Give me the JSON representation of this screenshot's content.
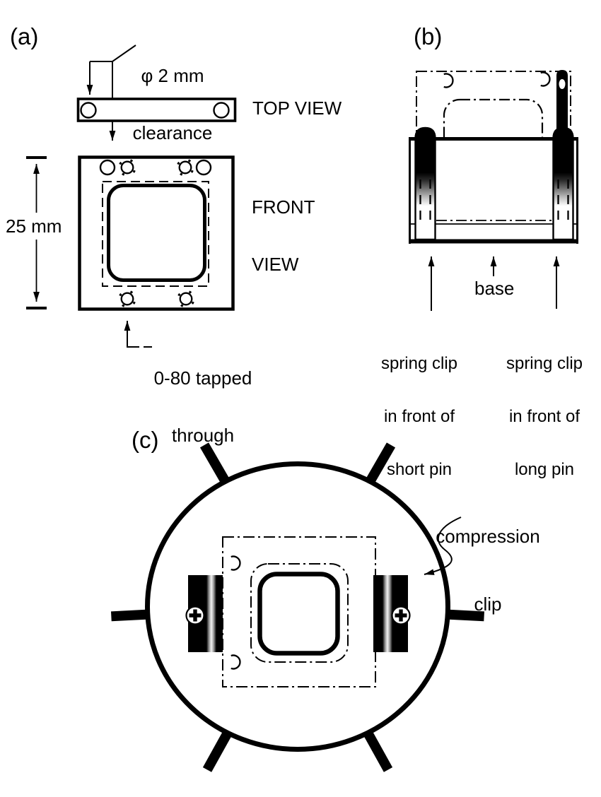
{
  "figure": {
    "type": "technical-diagram",
    "colors": {
      "ink": "#000000",
      "paper": "#ffffff"
    },
    "panels": {
      "a": {
        "label": "(a)",
        "clearance": {
          "line1": "φ 2 mm",
          "line2": "clearance"
        },
        "top_view": "TOP VIEW",
        "front_view": {
          "line1": "FRONT",
          "line2": "VIEW"
        },
        "dimension": "25 mm",
        "tapped": {
          "line1": "0-80 tapped",
          "line2": "through"
        }
      },
      "b": {
        "label": "(b)",
        "base": "base",
        "left_clip": [
          "spring clip",
          "in front of",
          "short pin"
        ],
        "right_clip": [
          "spring clip",
          "in front of",
          "long pin"
        ]
      },
      "c": {
        "label": "(c)",
        "compression": {
          "line1": "compression",
          "line2": "clip"
        }
      }
    }
  }
}
